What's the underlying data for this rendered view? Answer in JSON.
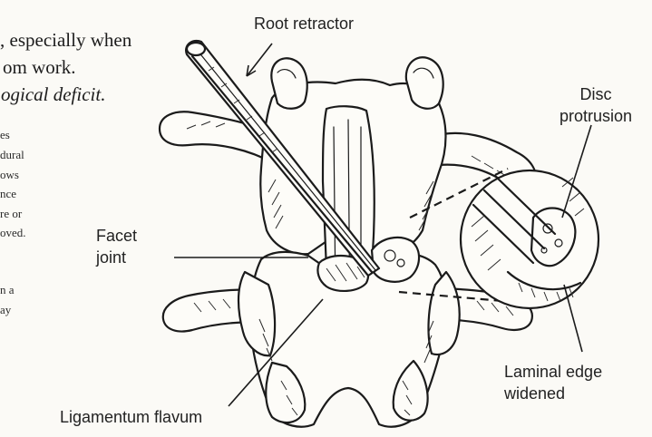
{
  "body_text": {
    "lines": [
      ", especially when",
      "om work.",
      "ogical deficit."
    ]
  },
  "margin_note": {
    "lines": [
      "es",
      "dural",
      "ows",
      "nce",
      "re or",
      "oved.",
      "",
      "n a",
      "ay"
    ]
  },
  "labels": {
    "root_retractor": "Root retractor",
    "disc_protrusion_line1": "Disc",
    "disc_protrusion_line2": "protrusion",
    "facet_joint_line1": "Facet",
    "facet_joint_line2": "joint",
    "laminal_edge_line1": "Laminal edge",
    "laminal_edge_line2": "widened",
    "ligamentum_flavum": "Ligamentum flavum"
  }
}
